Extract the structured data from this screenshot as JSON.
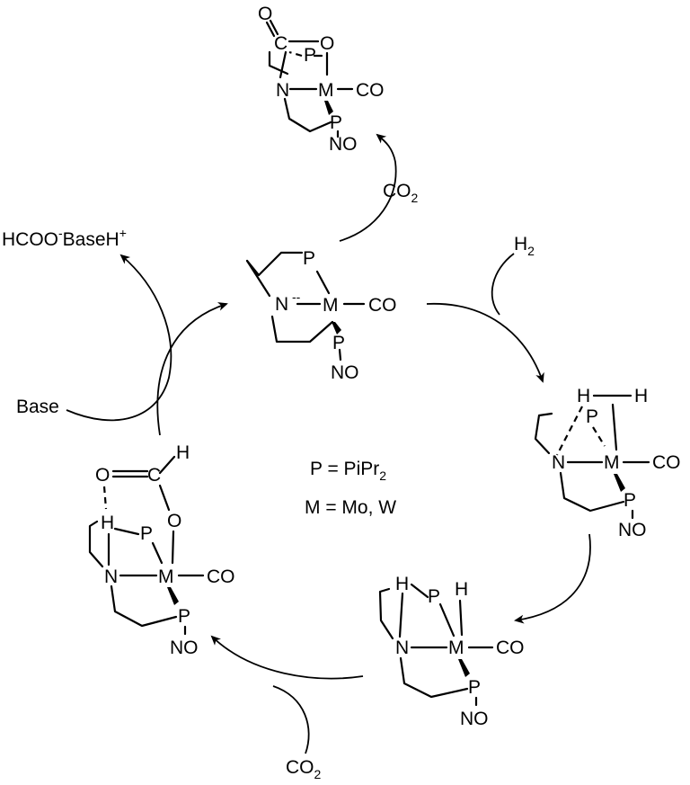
{
  "legend": {
    "p_def": "P = PiPr",
    "p_def_sub": "2",
    "m_def": "M = Mo, W"
  },
  "reagents": {
    "co2_upper": "CO",
    "co2_upper_sub": "2",
    "h2": "H",
    "h2_sub": "2",
    "co2_lower": "CO",
    "co2_lower_sub": "2",
    "base": "Base",
    "product_a": "HCOO",
    "product_sup1": "-",
    "product_b": "BaseH",
    "product_sup2": "+"
  },
  "atoms": {
    "N": "N",
    "M": "M",
    "P": "P",
    "H": "H",
    "O": "O",
    "C": "C",
    "CO": "CO",
    "NO": "NO",
    "lone_pair": "--"
  }
}
